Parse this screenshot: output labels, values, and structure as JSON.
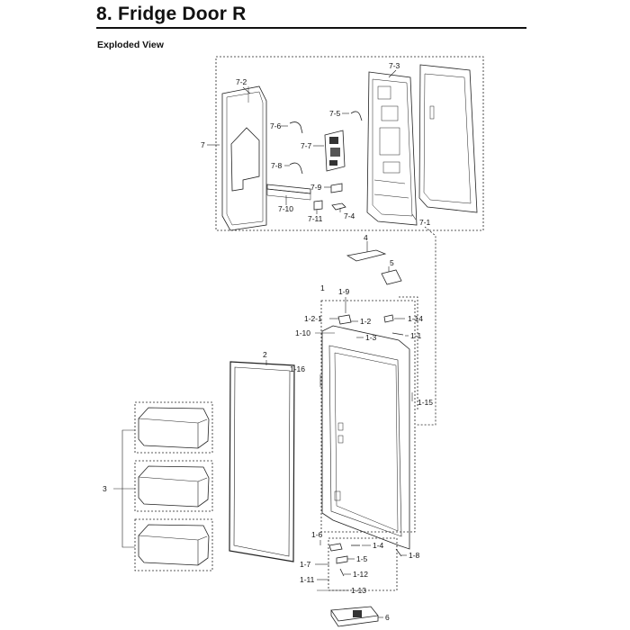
{
  "header": {
    "title": "8.  Fridge Door R",
    "subtitle": "Exploded View"
  },
  "labels": [
    "7",
    "7-2",
    "7-3",
    "7-6",
    "7-5",
    "7-7",
    "7-8",
    "7-9",
    "7-10",
    "7-11",
    "7-4",
    "7-1",
    "4",
    "5",
    "1",
    "1-9",
    "1-2-1",
    "1-2",
    "1-14",
    "1-10",
    "1-3",
    "1-1",
    "2",
    "1-16",
    "1-15",
    "3",
    "1-6",
    "1-4",
    "1-8",
    "1-7",
    "1-5",
    "1-12",
    "1-11",
    "1-13",
    "6"
  ]
}
